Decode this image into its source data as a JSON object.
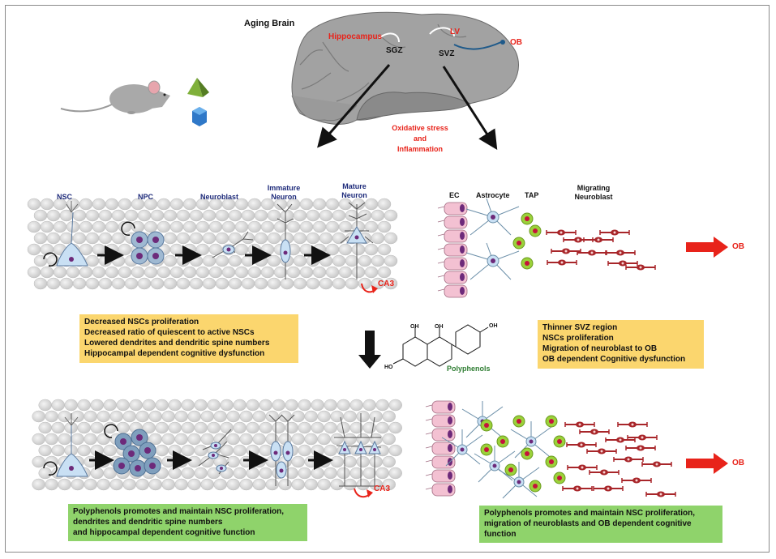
{
  "top": {
    "title": "Aging Brain",
    "hippocampus": "Hippocampus",
    "sgz": "SGZ",
    "svz": "SVZ",
    "lv": "LV",
    "ob": "OB",
    "stress_lines": [
      "Oxidative stress",
      "and",
      "Inflammation"
    ]
  },
  "sgz_stages": {
    "nsc": "NSC",
    "npc": "NPC",
    "neuroblast": "Neuroblast",
    "immature": [
      "Immature",
      "Neuron"
    ],
    "mature": [
      "Mature",
      "Neuron"
    ],
    "ca3": "CA3"
  },
  "svz_stages": {
    "ec": "EC",
    "astrocyte": "Astrocyte",
    "tap": "TAP",
    "migrating": [
      "Migrating",
      "Neuroblast"
    ],
    "ob": "OB"
  },
  "aged_sgz_box": [
    "Decreased NSCs proliferation",
    "Decreased ratio of quiescent to active NSCs",
    "Lowered dendrites and dendritic spine numbers",
    "Hippocampal dependent cognitive dysfunction"
  ],
  "aged_svz_box": [
    "Thinner SVZ region",
    "NSCs proliferation",
    "Migration of neuroblast to OB",
    "OB dependent Cognitive dysfunction"
  ],
  "polyphenol": {
    "label": "Polyphenols",
    "oh_labels": [
      "OH",
      "HO",
      "OH",
      "OH"
    ]
  },
  "treated_sgz": {
    "ca3": "CA3",
    "box": [
      "Polyphenols promotes and maintain NSC proliferation,",
      "dendrites and dendritic spine numbers",
      "and hippocampal dependent cognitive function"
    ]
  },
  "treated_svz": {
    "ob": "OB",
    "box": [
      "Polyphenols promotes and maintain NSC proliferation,",
      "migration of neuroblasts and OB dependent cognitive",
      "function"
    ]
  },
  "colors": {
    "label_navy": "#1d2a7a",
    "highlight_red": "#e8231a",
    "yellow_box": "#fbd66e",
    "green_box": "#8fd36b",
    "neuroblast_red": "#a8262a",
    "cell_purple": "#6d2a7a"
  }
}
